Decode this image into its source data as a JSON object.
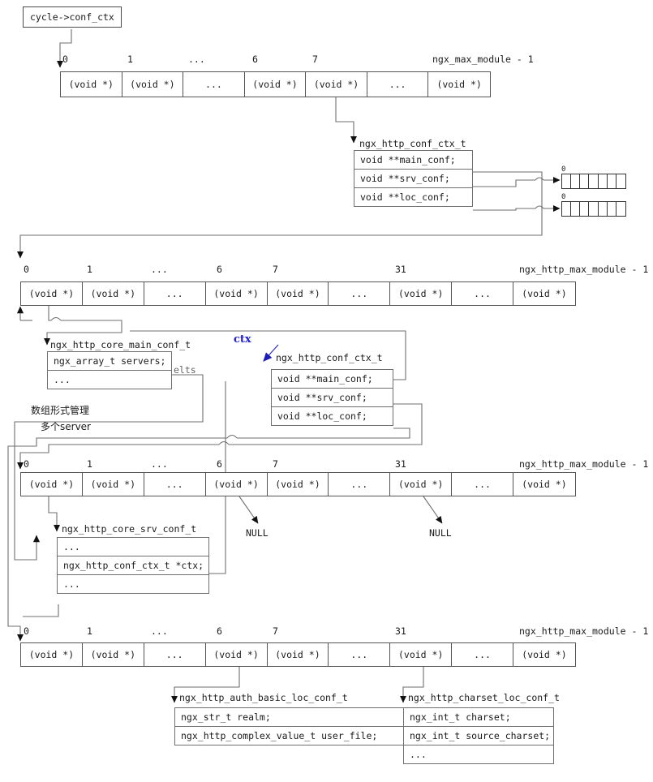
{
  "diagram": {
    "title_box": {
      "label": "cycle->conf_ctx"
    },
    "arrays": [
      {
        "id": "cycle-conf-ctx-array",
        "end_label": "ngx_max_module - 1",
        "indices": [
          "0",
          "1",
          "...",
          "6",
          "7",
          "",
          ""
        ],
        "cells": [
          "(void *)",
          "(void *)",
          "...",
          "(void *)",
          "(void *)",
          "...",
          "(void *)"
        ]
      },
      {
        "id": "http-main-conf-array",
        "end_label": "ngx_http_max_module - 1",
        "indices": [
          "0",
          "1",
          "...",
          "6",
          "7",
          "",
          "31",
          "",
          ""
        ],
        "cells": [
          "(void *)",
          "(void *)",
          "...",
          "(void *)",
          "(void *)",
          "...",
          "(void *)",
          "...",
          "(void *)"
        ]
      },
      {
        "id": "http-srv-conf-array",
        "end_label": "ngx_http_max_module - 1",
        "indices": [
          "0",
          "1",
          "...",
          "6",
          "7",
          "",
          "31",
          "",
          ""
        ],
        "cells": [
          "(void *)",
          "(void *)",
          "...",
          "(void *)",
          "(void *)",
          "...",
          "(void *)",
          "...",
          "(void *)"
        ]
      },
      {
        "id": "http-loc-conf-array",
        "end_label": "ngx_http_max_module - 1",
        "indices": [
          "0",
          "1",
          "...",
          "6",
          "7",
          "",
          "31",
          "",
          ""
        ],
        "cells": [
          "(void *)",
          "(void *)",
          "...",
          "(void *)",
          "(void *)",
          "...",
          "(void *)",
          "...",
          "(void *)"
        ]
      }
    ],
    "mini_arrays": [
      {
        "id": "srv-conf-mini-array",
        "index_label": "0",
        "cell_count": 7
      },
      {
        "id": "loc-conf-mini-array",
        "index_label": "0",
        "cell_count": 7
      }
    ],
    "structs": [
      {
        "id": "ngx-http-conf-ctx-top",
        "type_name": "ngx_http_conf_ctx_t",
        "fields": [
          "void **main_conf;",
          "void **srv_conf;",
          "void **loc_conf;"
        ]
      },
      {
        "id": "ngx-http-core-main-conf",
        "type_name": "ngx_http_core_main_conf_t",
        "fields": [
          "ngx_array_t servers;",
          "..."
        ],
        "side_label": "elts"
      },
      {
        "id": "ngx-http-conf-ctx-srv",
        "type_name": "ngx_http_conf_ctx_t",
        "fields": [
          "void **main_conf;",
          "void **srv_conf;",
          "void **loc_conf;"
        ],
        "pointer_label": "ctx"
      },
      {
        "id": "ngx-http-core-srv-conf",
        "type_name": "ngx_http_core_srv_conf_t",
        "fields": [
          "...",
          "ngx_http_conf_ctx_t *ctx;",
          "..."
        ]
      },
      {
        "id": "ngx-http-auth-basic-loc-conf",
        "type_name": "ngx_http_auth_basic_loc_conf_t",
        "fields": [
          "ngx_str_t realm;",
          "ngx_http_complex_value_t user_file;"
        ]
      },
      {
        "id": "ngx-http-charset-loc-conf",
        "type_name": "ngx_http_charset_loc_conf_t",
        "fields": [
          "ngx_int_t charset;",
          "ngx_int_t source_charset;",
          "..."
        ]
      }
    ],
    "annotations": {
      "null_left": "NULL",
      "null_right": "NULL",
      "chinese_line1": "数组形式管理",
      "chinese_line2": "多个server"
    },
    "colors": {
      "line": "#6f6f6f",
      "accent": "#2222cc",
      "text": "#1a1a1a"
    }
  }
}
